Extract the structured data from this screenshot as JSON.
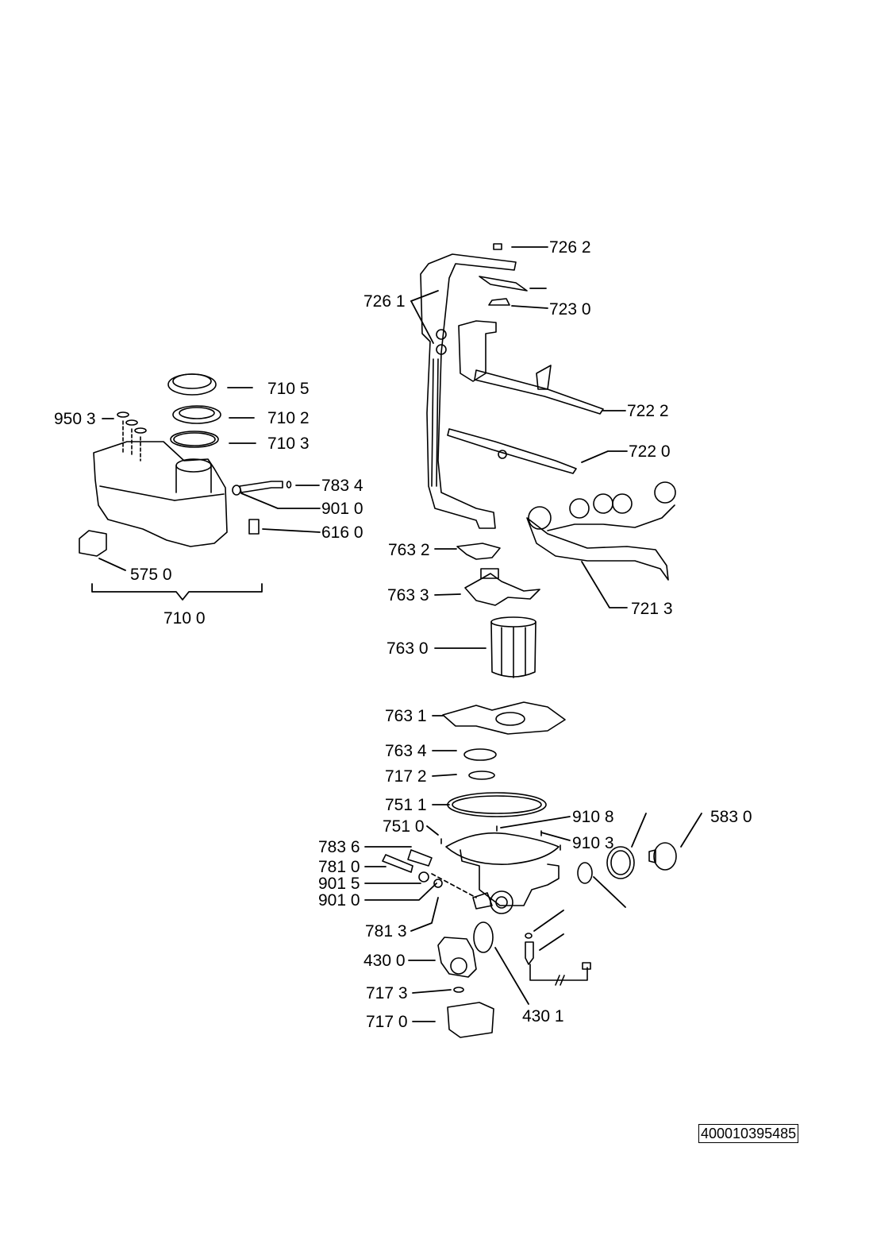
{
  "document_number": "400010395485",
  "part_labels": {
    "p7262": "726 2",
    "p7261": "726 1",
    "p7230": "723 0",
    "p7105": "710 5",
    "p7102": "710 2",
    "p9503": "950 3",
    "p7103": "710 3",
    "p7222": "722 2",
    "p7220": "722 0",
    "p7834": "783 4",
    "p9010a": "901 0",
    "p6160": "616 0",
    "p7632": "763 2",
    "p5750": "575 0",
    "p7100": "710 0",
    "p7633": "763 3",
    "p7213": "721 3",
    "p7630": "763 0",
    "p7631": "763 1",
    "p7634": "763 4",
    "p7172": "717 2",
    "p7511": "751 1",
    "p9108": "910 8",
    "p5830": "583 0",
    "p7510": "751 0",
    "p7836": "783 6",
    "p9103": "910 3",
    "p7810": "781 0",
    "p9015": "901 5",
    "p9010b": "901 0",
    "p7813": "781 3",
    "p4300": "430 0",
    "p7173": "717 3",
    "p4301": "430 1",
    "p7170": "717 0"
  }
}
